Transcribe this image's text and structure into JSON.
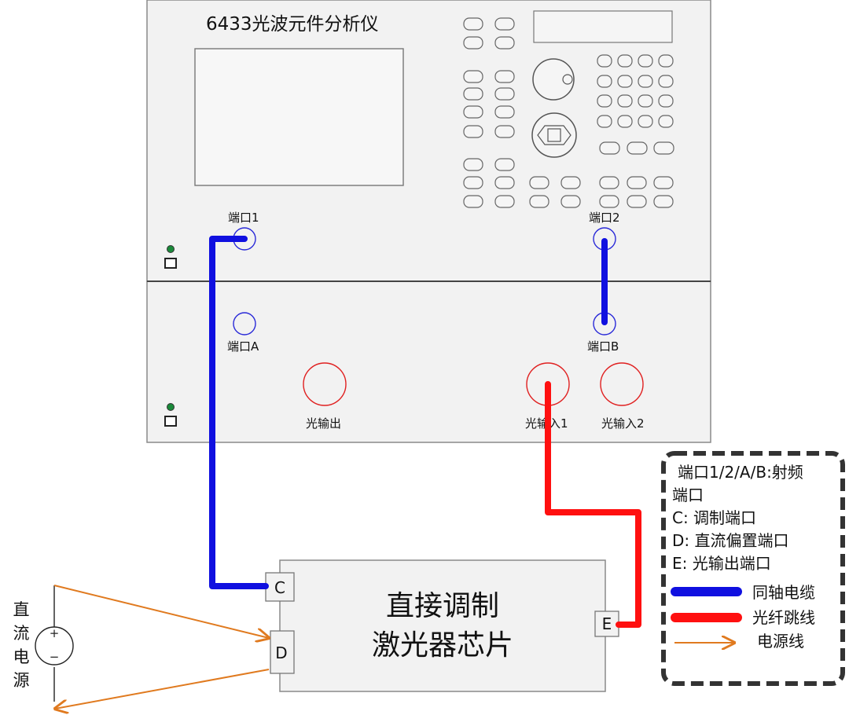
{
  "instrument": {
    "title": "6433光波元件分析仪",
    "port1": "端口1",
    "port2": "端口2",
    "portA": "端口A",
    "portB": "端口B",
    "optical_out": "光输出",
    "optical_in1": "光输入1",
    "optical_in2": "光输入2"
  },
  "chip": {
    "line1": "直接调制",
    "line2": "激光器芯片",
    "port_c": "C",
    "port_d": "D",
    "port_e": "E"
  },
  "power_source": {
    "label": [
      "直",
      "流",
      "电",
      "源"
    ],
    "plus": "+",
    "minus": "−"
  },
  "legend": {
    "line1": "端口1/2/A/B:射频",
    "line2": "端口",
    "line3": "C:  调制端口",
    "line4": "D:  直流偏置端口",
    "line5": "E:  光输出端口",
    "coax": "同轴电缆",
    "fiber": "光纤跳线",
    "power": "电源线"
  },
  "colors": {
    "coax": "#1010e0",
    "fiber": "#ff1010",
    "power": "#e07a1f",
    "port_circle": "#2a2ad8",
    "optical_circle": "#e02020",
    "led": "#1a8a3a"
  }
}
